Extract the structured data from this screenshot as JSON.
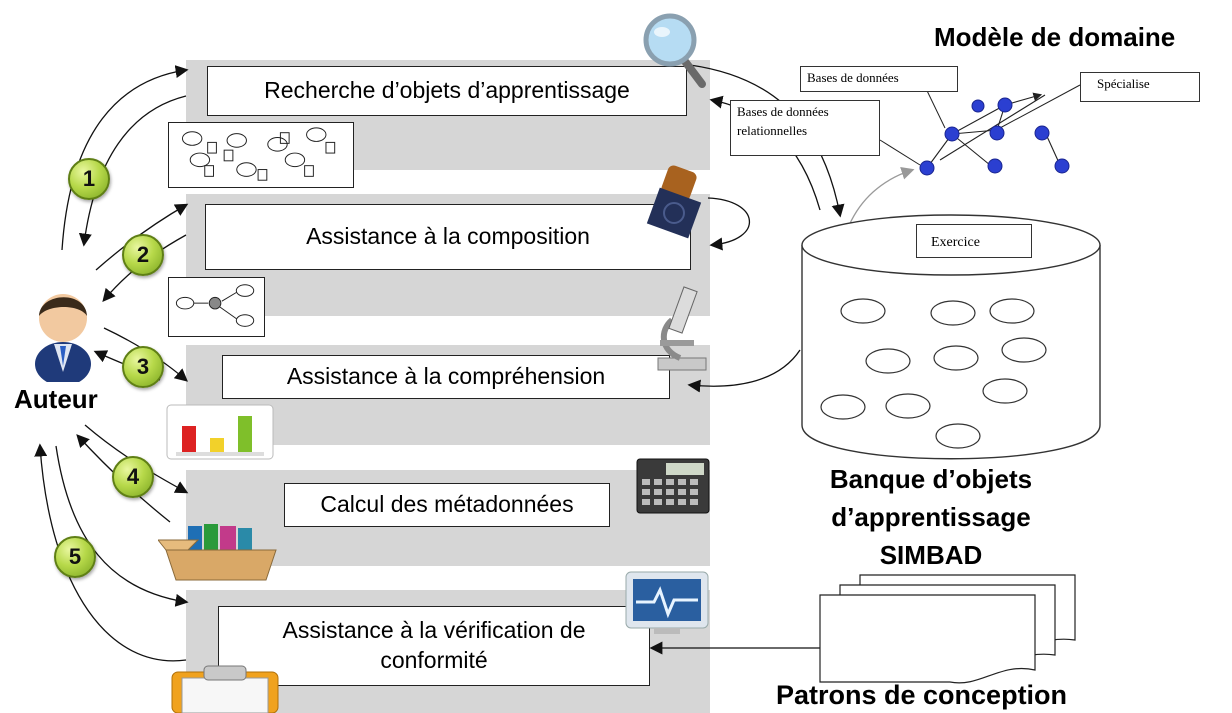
{
  "title_domain": "Modèle de domaine",
  "author_label": "Auteur",
  "bank_title": "Banque d’objets d’apprentissage SIMBAD",
  "patterns_title": "Patrons de conception",
  "steps": [
    {
      "number": "1",
      "label": "Recherche d’objets d’apprentissage"
    },
    {
      "number": "2",
      "label": "Assistance à la composition"
    },
    {
      "number": "3",
      "label": "Assistance à la compréhension"
    },
    {
      "number": "4",
      "label": "Calcul des métadonnées"
    },
    {
      "number": "5",
      "label": "Assistance à la vérification de conformité"
    }
  ],
  "domain_labels": {
    "bases_donnees": "Bases de données",
    "specialise": "Spécialise",
    "bases_relationnelles": "Bases de données relationnelles"
  },
  "bank_label": "Exercice",
  "colors": {
    "band": "#d6d6d6",
    "node": "#2b3fd1",
    "badge": "#b7d94a"
  }
}
